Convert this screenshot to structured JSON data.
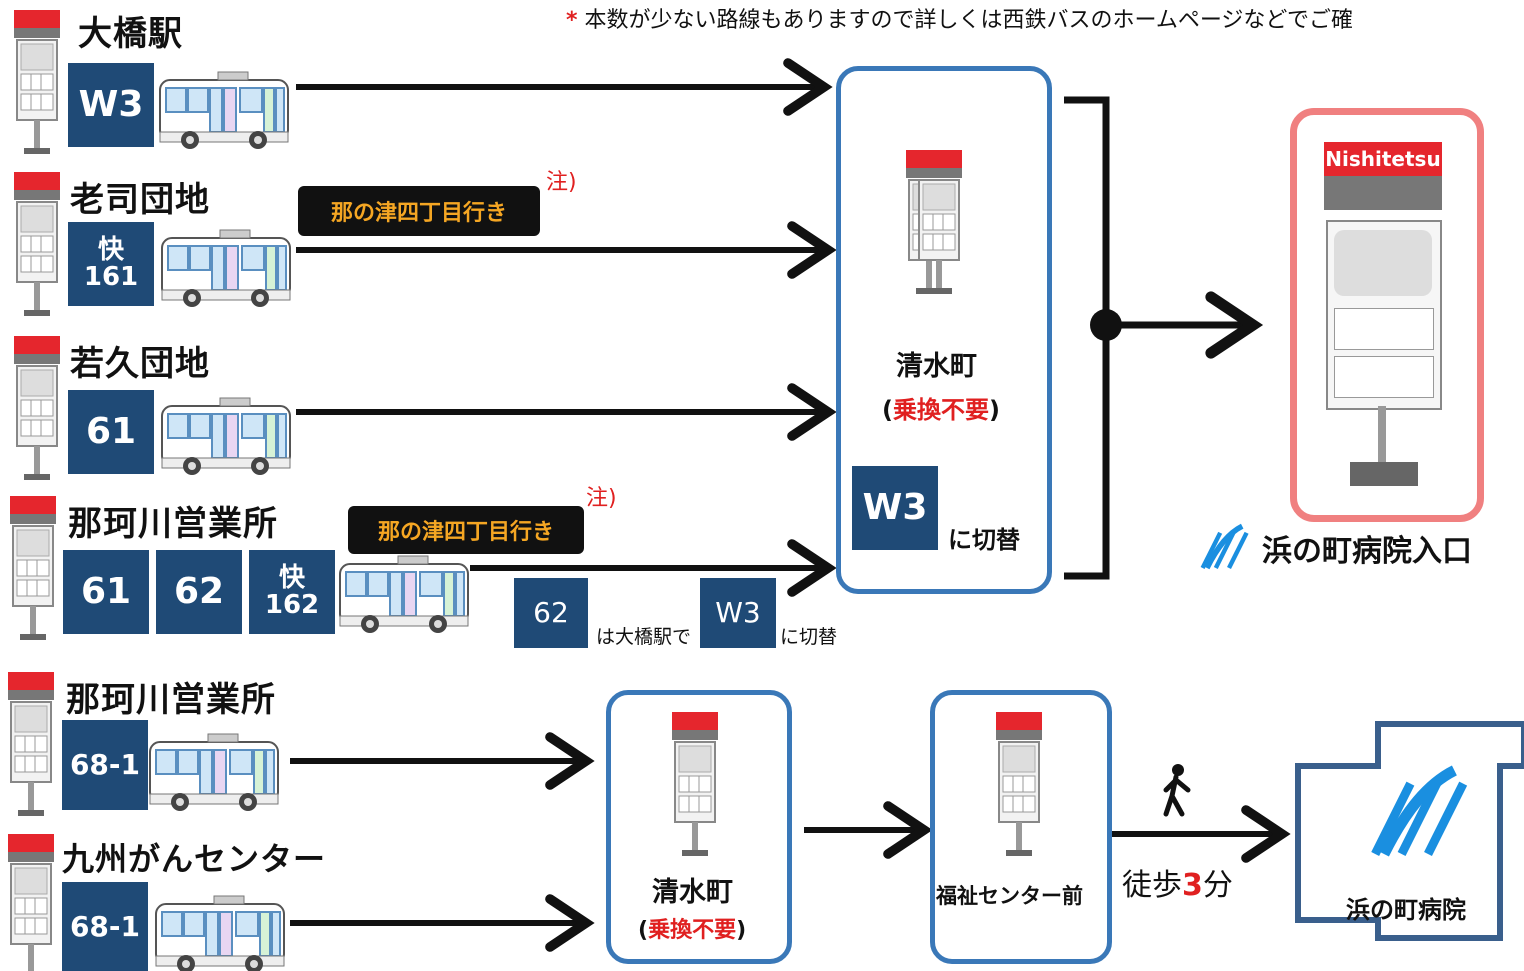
{
  "notice": {
    "asterisk": "*",
    "text": "本数が少ない路線もありますので詳しくは西鉄バスのホームページなどでご確"
  },
  "brand": {
    "nishitetsu": "Nishitetsu",
    "red": "#e5262d",
    "navy": "#1f4a76",
    "blue": "#3a78b8"
  },
  "rows": [
    {
      "stop": "大橋駅",
      "routes": [
        "W3"
      ]
    },
    {
      "stop": "老司団地",
      "routes": [
        "快\n161"
      ],
      "destination": "那の津四丁目行き",
      "note": "注)"
    },
    {
      "stop": "若久団地",
      "routes": [
        "61"
      ]
    },
    {
      "stop": "那珂川営業所",
      "routes": [
        "61",
        "62",
        "快\n162"
      ],
      "destination": "那の津四丁目行き",
      "note": "注)"
    },
    {
      "stop": "那珂川営業所",
      "routes": [
        "68-1"
      ]
    },
    {
      "stop": "九州がんセンター",
      "routes": [
        "68-1"
      ]
    }
  ],
  "transfer_note": {
    "route_a": "62",
    "text_a": "は大橋駅で",
    "route_b": "W3",
    "text_b": "に切替"
  },
  "hub1": {
    "title": "清水町",
    "open": "(",
    "nochange": "乗換不要",
    "close": ")",
    "route": "W3",
    "switch": "に切替"
  },
  "hub2": {
    "title": "清水町",
    "open": "(",
    "nochange": "乗換不要",
    "close": ")"
  },
  "hub3": {
    "title": "福祉センター前"
  },
  "destination_stop": {
    "name": "浜の町病院入口"
  },
  "walk": {
    "prefix": "徒歩",
    "minutes": "3",
    "suffix": "分"
  },
  "hospital": {
    "name": "浜の町病院"
  }
}
